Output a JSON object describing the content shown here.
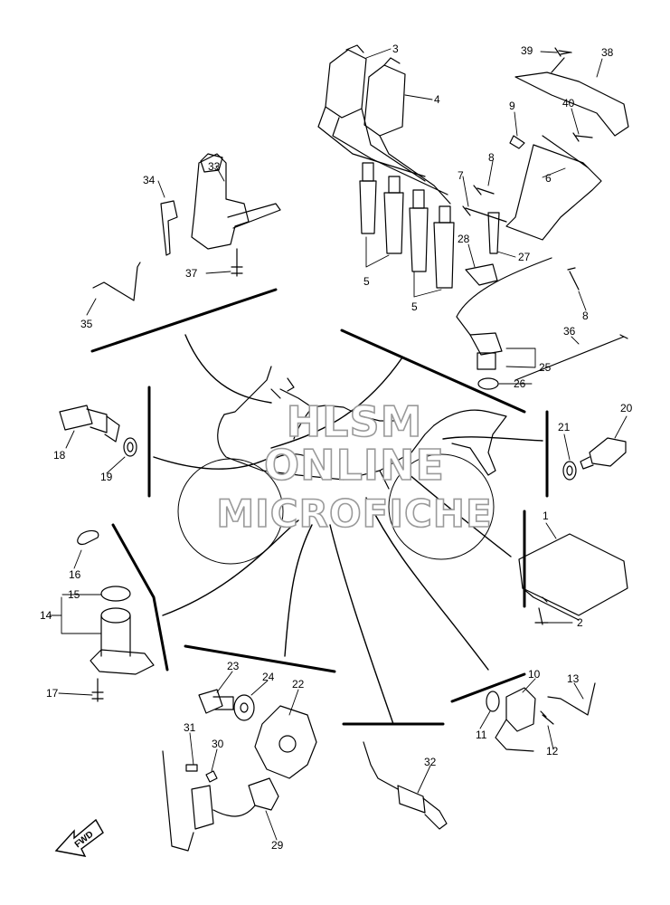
{
  "part_numbers": [
    "1",
    "2",
    "3",
    "4",
    "5",
    "5",
    "6",
    "7",
    "8",
    "8",
    "9",
    "10",
    "11",
    "12",
    "13",
    "14",
    "15",
    "16",
    "17",
    "18",
    "19",
    "20",
    "21",
    "22",
    "23",
    "24",
    "25",
    "26",
    "27",
    "28",
    "29",
    "30",
    "31",
    "32",
    "33",
    "34",
    "35",
    "36",
    "37",
    "38",
    "39",
    "40"
  ],
  "watermark": {
    "line1": "HLSM",
    "line2": "ONLINE",
    "line3": "MICROFICHE"
  },
  "fwd_label": "FWD",
  "colors": {
    "line": "#000000",
    "watermark_outline": "#9a9a9a",
    "background": "#ffffff"
  }
}
